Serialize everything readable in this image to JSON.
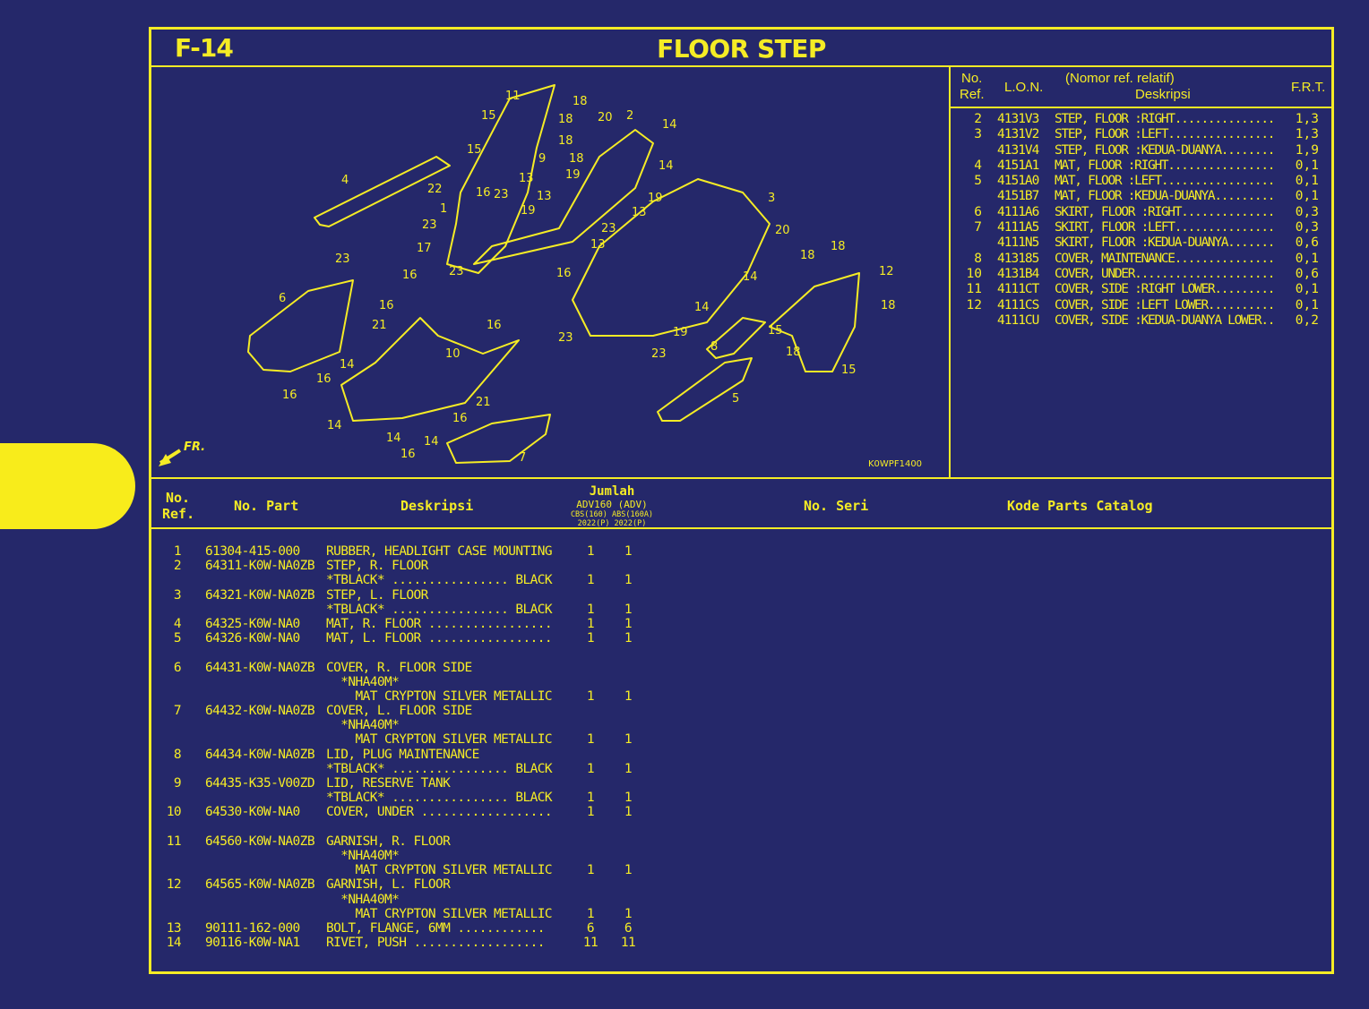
{
  "page": {
    "code": "F-14",
    "title": "FLOOR STEP"
  },
  "diagram": {
    "id_label": "K0WPF1400",
    "front_label": "FR.",
    "callouts": [
      "11",
      "18",
      "15",
      "18",
      "20",
      "2",
      "14",
      "18",
      "15",
      "9",
      "18",
      "14",
      "19",
      "4",
      "22",
      "16",
      "23",
      "13",
      "13",
      "1",
      "19",
      "19",
      "3",
      "23",
      "13",
      "20",
      "17",
      "13",
      "23",
      "18",
      "18",
      "23",
      "16",
      "23",
      "16",
      "12",
      "14",
      "6",
      "16",
      "18",
      "21",
      "16",
      "14",
      "19",
      "15",
      "23",
      "8",
      "10",
      "18",
      "14",
      "16",
      "23",
      "15",
      "16",
      "21",
      "16",
      "5",
      "14",
      "14",
      "14",
      "16",
      "7"
    ]
  },
  "lon": {
    "headers": {
      "no_ref": "No.",
      "no_ref2": "Ref.",
      "lon": "L.O.N.",
      "nomor": "(Nomor ref. relatif)",
      "deskripsi": "Deskripsi",
      "frt": "F.R.T."
    },
    "rows": [
      {
        "ref": "2",
        "lon": "4131V3",
        "desc": "STEP, FLOOR :RIGHT...............",
        "frt": "1,3"
      },
      {
        "ref": "3",
        "lon": "4131V2",
        "desc": "STEP, FLOOR :LEFT................",
        "frt": "1,3"
      },
      {
        "ref": "",
        "lon": "4131V4",
        "desc": "STEP, FLOOR :KEDUA-DUANYA........",
        "frt": "1,9"
      },
      {
        "ref": "4",
        "lon": "4151A1",
        "desc": "MAT, FLOOR :RIGHT................",
        "frt": "0,1"
      },
      {
        "ref": "5",
        "lon": "4151A0",
        "desc": "MAT, FLOOR :LEFT.................",
        "frt": "0,1"
      },
      {
        "ref": "",
        "lon": "4151B7",
        "desc": "MAT, FLOOR :KEDUA-DUANYA.........",
        "frt": "0,1"
      },
      {
        "ref": "6",
        "lon": "4111A6",
        "desc": "SKIRT, FLOOR :RIGHT..............",
        "frt": "0,3"
      },
      {
        "ref": "7",
        "lon": "4111A5",
        "desc": "SKIRT, FLOOR :LEFT...............",
        "frt": "0,3"
      },
      {
        "ref": "",
        "lon": "4111N5",
        "desc": "SKIRT, FLOOR :KEDUA-DUANYA.......",
        "frt": "0,6"
      },
      {
        "ref": "8",
        "lon": "413185",
        "desc": "COVER, MAINTENANCE...............",
        "frt": "0,1"
      },
      {
        "ref": "10",
        "lon": "4131B4",
        "desc": "COVER, UNDER.....................",
        "frt": "0,6"
      },
      {
        "ref": "11",
        "lon": "4111CT",
        "desc": "COVER, SIDE :RIGHT LOWER.........",
        "frt": "0,1"
      },
      {
        "ref": "12",
        "lon": "4111CS",
        "desc": "COVER, SIDE :LEFT LOWER..........",
        "frt": "0,1"
      },
      {
        "ref": "",
        "lon": "4111CU",
        "desc": "COVER, SIDE :KEDUA-DUANYA LOWER..",
        "frt": "0,2"
      }
    ]
  },
  "table": {
    "headers": {
      "no_ref": "No.",
      "no_ref2": "Ref.",
      "no_part": "No. Part",
      "deskripsi": "Deskripsi",
      "jumlah": "Jumlah",
      "model": "ADV160 (ADV)",
      "variants": "CBS(160) ABS(160A)",
      "years": "2022(P)  2022(P)",
      "no_seri": "No. Seri",
      "kode": "Kode Parts Catalog"
    },
    "rows": [
      {
        "ref": "1",
        "part": "61304-415-000",
        "desc": "RUBBER, HEADLIGHT CASE MOUNTING",
        "q1": "1",
        "q2": "1"
      },
      {
        "ref": "2",
        "part": "64311-K0W-NA0ZB",
        "desc": "STEP, R. FLOOR",
        "q1": "",
        "q2": ""
      },
      {
        "ref": "",
        "part": "",
        "desc": "*TBLACK* ................ BLACK",
        "q1": "1",
        "q2": "1"
      },
      {
        "ref": "3",
        "part": "64321-K0W-NA0ZB",
        "desc": "STEP, L. FLOOR",
        "q1": "",
        "q2": ""
      },
      {
        "ref": "",
        "part": "",
        "desc": "*TBLACK* ................ BLACK",
        "q1": "1",
        "q2": "1"
      },
      {
        "ref": "4",
        "part": "64325-K0W-NA0",
        "desc": "MAT, R. FLOOR .................",
        "q1": "1",
        "q2": "1"
      },
      {
        "ref": "5",
        "part": "64326-K0W-NA0",
        "desc": "MAT, L. FLOOR .................",
        "q1": "1",
        "q2": "1"
      },
      {
        "gap": true
      },
      {
        "ref": "6",
        "part": "64431-K0W-NA0ZB",
        "desc": "COVER, R. FLOOR SIDE",
        "q1": "",
        "q2": ""
      },
      {
        "ref": "",
        "part": "",
        "desc": "  *NHA40M*",
        "q1": "",
        "q2": ""
      },
      {
        "ref": "",
        "part": "",
        "desc": "    MAT CRYPTON SILVER METALLIC",
        "q1": "1",
        "q2": "1"
      },
      {
        "ref": "7",
        "part": "64432-K0W-NA0ZB",
        "desc": "COVER, L. FLOOR SIDE",
        "q1": "",
        "q2": ""
      },
      {
        "ref": "",
        "part": "",
        "desc": "  *NHA40M*",
        "q1": "",
        "q2": ""
      },
      {
        "ref": "",
        "part": "",
        "desc": "    MAT CRYPTON SILVER METALLIC",
        "q1": "1",
        "q2": "1"
      },
      {
        "ref": "8",
        "part": "64434-K0W-NA0ZB",
        "desc": "LID, PLUG MAINTENANCE",
        "q1": "",
        "q2": ""
      },
      {
        "ref": "",
        "part": "",
        "desc": "*TBLACK* ................ BLACK",
        "q1": "1",
        "q2": "1"
      },
      {
        "ref": "9",
        "part": "64435-K35-V00ZD",
        "desc": "LID, RESERVE TANK",
        "q1": "",
        "q2": ""
      },
      {
        "ref": "",
        "part": "",
        "desc": "*TBLACK* ................ BLACK",
        "q1": "1",
        "q2": "1"
      },
      {
        "ref": "10",
        "part": "64530-K0W-NA0",
        "desc": "COVER, UNDER ..................",
        "q1": "1",
        "q2": "1"
      },
      {
        "gap": true
      },
      {
        "ref": "11",
        "part": "64560-K0W-NA0ZB",
        "desc": "GARNISH, R. FLOOR",
        "q1": "",
        "q2": ""
      },
      {
        "ref": "",
        "part": "",
        "desc": "  *NHA40M*",
        "q1": "",
        "q2": ""
      },
      {
        "ref": "",
        "part": "",
        "desc": "    MAT CRYPTON SILVER METALLIC",
        "q1": "1",
        "q2": "1"
      },
      {
        "ref": "12",
        "part": "64565-K0W-NA0ZB",
        "desc": "GARNISH, L. FLOOR",
        "q1": "",
        "q2": ""
      },
      {
        "ref": "",
        "part": "",
        "desc": "  *NHA40M*",
        "q1": "",
        "q2": ""
      },
      {
        "ref": "",
        "part": "",
        "desc": "    MAT CRYPTON SILVER METALLIC",
        "q1": "1",
        "q2": "1"
      },
      {
        "ref": "13",
        "part": "90111-162-000",
        "desc": "BOLT, FLANGE, 6MM ............",
        "q1": "6",
        "q2": "6"
      },
      {
        "ref": "14",
        "part": "90116-K0W-NA1",
        "desc": "RIVET, PUSH ..................",
        "q1": "11",
        "q2": "11"
      }
    ]
  }
}
